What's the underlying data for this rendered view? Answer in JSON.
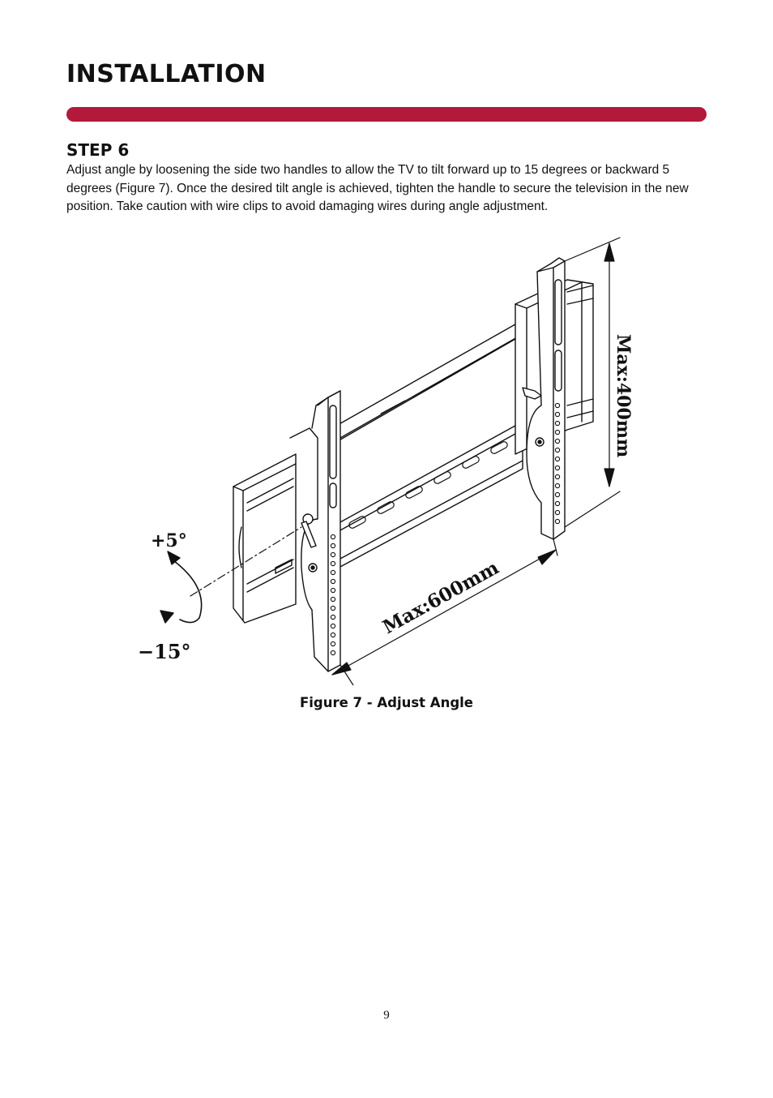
{
  "header": {
    "title": "INSTALLATION",
    "accent_color": "#b3193a"
  },
  "step": {
    "heading": "STEP 6",
    "body": "Adjust angle by loosening the side two handles to allow the TV to tilt forward up to 15 degrees or backward 5 degrees (Figure 7). Once the desired tilt angle is achieved, tighten the handle to secure the television in the new position. Take caution with wire clips to avoid damaging wires during angle adjustment."
  },
  "figure": {
    "height_label": "Max:400mm",
    "width_label": "Max:600mm",
    "tilt_back_label": "+5°",
    "tilt_forward_label": "−15°",
    "caption": "Figure 7 - Adjust Angle"
  },
  "footer": {
    "page_number": "9"
  }
}
